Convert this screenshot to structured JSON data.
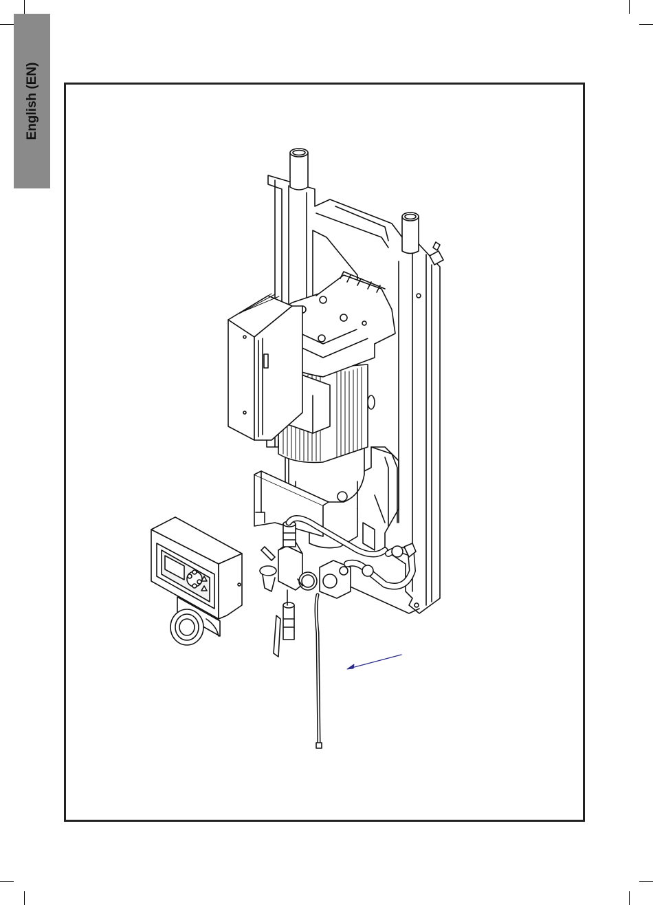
{
  "language_tab": {
    "label": "English (EN)"
  },
  "illustration": {
    "components": [
      "wall-mount-frame",
      "motor-unit",
      "control-box",
      "remote-control-panel",
      "manifold-valves",
      "pressure-gauge",
      "sensor-probe",
      "leader-arrow"
    ]
  }
}
